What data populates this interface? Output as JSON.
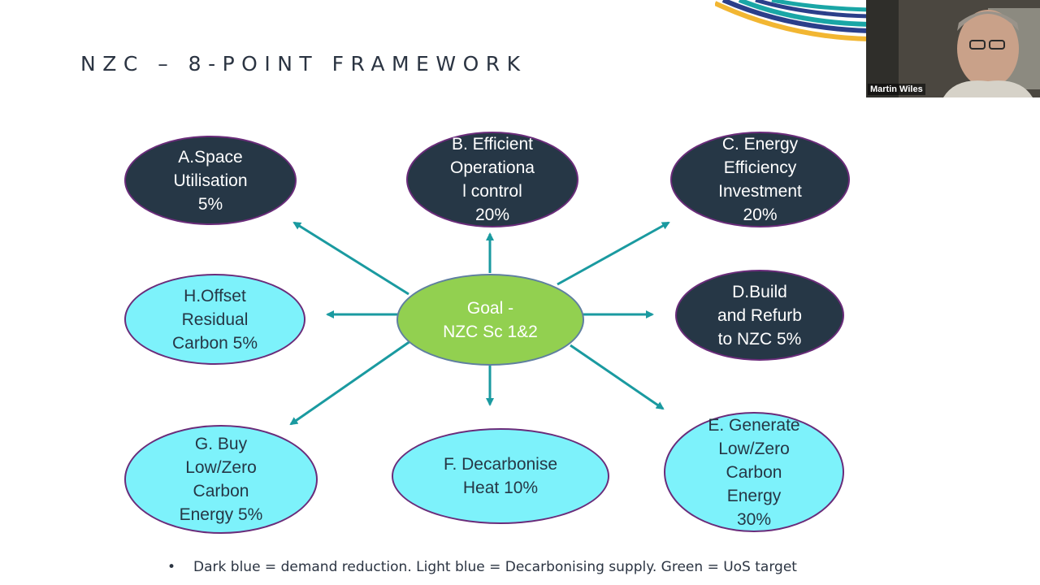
{
  "slide": {
    "title": "NZC – 8-POINT FRAMEWORK",
    "caption_bullet": "•",
    "caption": "Dark blue = demand reduction. Light blue = Decarbonising supply. Green = UoS target"
  },
  "nodes": {
    "goal": "Goal -\nNZC Sc 1&2",
    "a": "A.Space\nUtilisation\n5%",
    "b": "B. Efficient\nOperationa\nl control\n20%",
    "c": "C.   Energy\nEfficiency\nInvestment\n20%",
    "d": "D.Build\nand Refurb\nto NZC 5%",
    "e": "E. Generate\nLow/Zero\nCarbon\nEnergy\n30%",
    "f": "F. Decarbonise\nHeat 10%",
    "g": "G. Buy\nLow/Zero\nCarbon\nEnergy 5%",
    "h": "H.Offset\nResidual\nCarbon 5%"
  },
  "video": {
    "participant_name": "Martin Wiles"
  },
  "colors": {
    "dark_blue": "#263746",
    "light_blue": "#7df2fb",
    "green": "#92d050",
    "arrow": "#1a9aa0"
  }
}
